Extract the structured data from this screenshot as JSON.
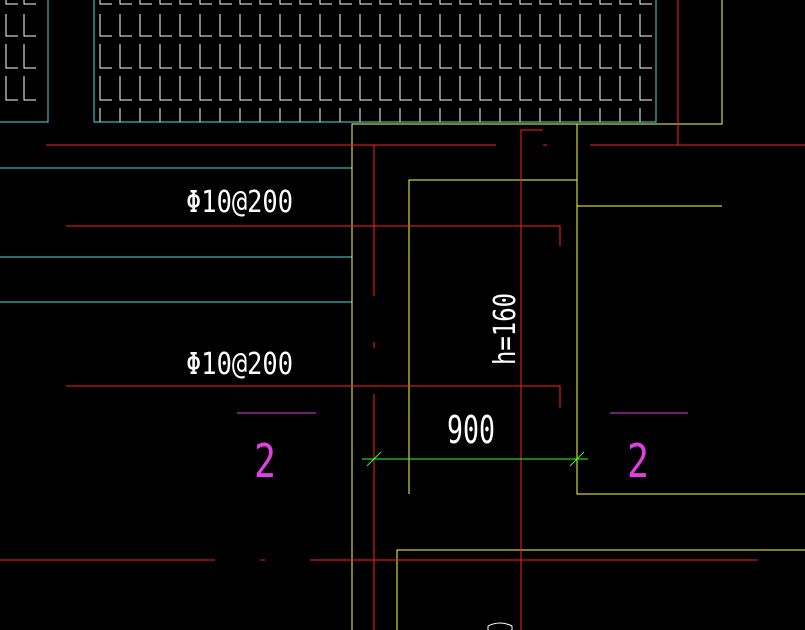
{
  "canvas": {
    "background": "#000000"
  },
  "colors": {
    "yellow": "#ffff40",
    "cyan": "#40e0e8",
    "red": "#ff2020",
    "green": "#30ff30",
    "magenta": "#e040e0",
    "white": "#ffffff"
  },
  "annotations": {
    "rebar_upper": "Φ10@200",
    "rebar_lower": "Φ10@200",
    "dimension": "900",
    "thickness": "h=160",
    "section_left": "2",
    "section_right": "2"
  }
}
